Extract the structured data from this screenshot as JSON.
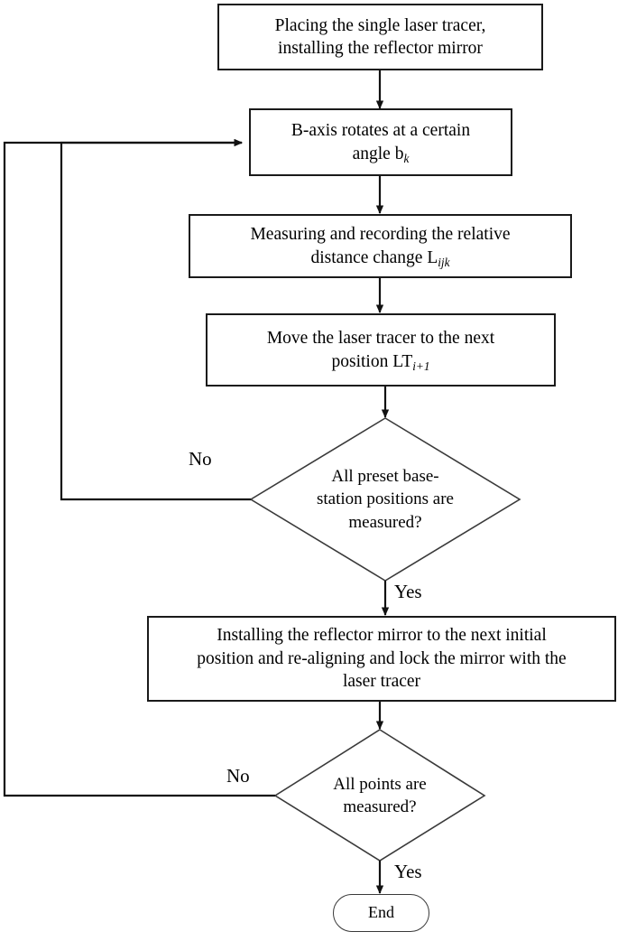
{
  "diagram": {
    "type": "flowchart",
    "title": "Single laser tracer measurement procedure flowchart",
    "orientation": "top-to-bottom",
    "colors": {
      "stroke": "#1a1a1a",
      "decision_stroke": "#3a3a3a",
      "background": "#ffffff",
      "text": "#000000"
    },
    "nodes": [
      {
        "id": "n1",
        "shape": "process",
        "lines": [
          "Placing the single laser tracer,",
          "installing the reflector mirror"
        ]
      },
      {
        "id": "n2",
        "shape": "process",
        "lines": [
          "B-axis rotates at a certain",
          "angle b"
        ],
        "subscript": "k"
      },
      {
        "id": "n3",
        "shape": "process",
        "lines": [
          "Measuring and recording the relative",
          "distance change L"
        ],
        "subscript": "ijk"
      },
      {
        "id": "n4",
        "shape": "process",
        "lines": [
          "Move the laser tracer to the next",
          "position LT"
        ],
        "subscript": "i+1"
      },
      {
        "id": "d1",
        "shape": "decision",
        "lines": [
          "All  preset base-",
          "station positions are",
          "measured?"
        ]
      },
      {
        "id": "n5",
        "shape": "process",
        "lines": [
          "Installing the reflector mirror to the next initial",
          "position and re-aligning and lock the mirror with the",
          "laser tracer"
        ]
      },
      {
        "id": "d2",
        "shape": "decision",
        "lines": [
          "All  points are",
          "measured?"
        ]
      },
      {
        "id": "end",
        "shape": "terminator",
        "lines": [
          "End"
        ]
      }
    ],
    "edge_labels": {
      "d1_no": "No",
      "d1_yes": "Yes",
      "d2_no": "No",
      "d2_yes": "Yes"
    }
  }
}
